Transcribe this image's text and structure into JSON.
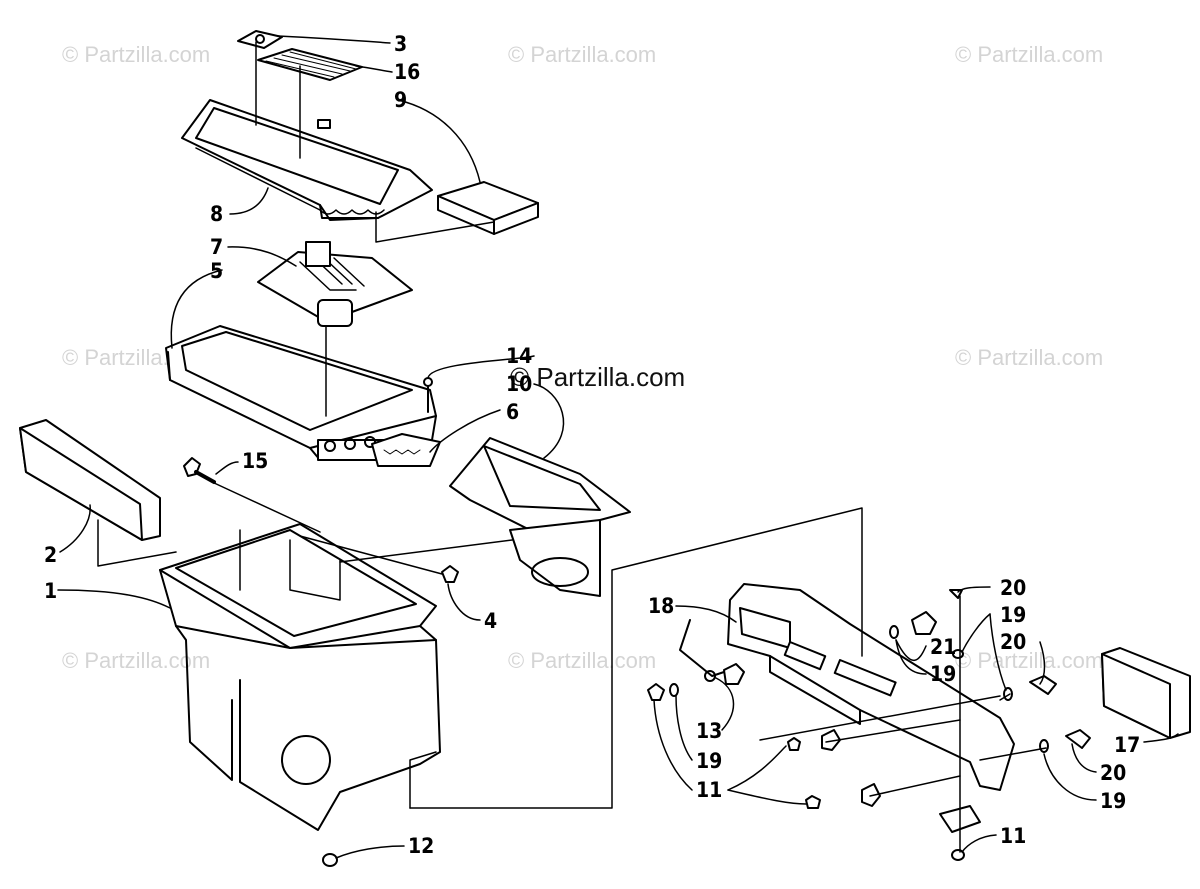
{
  "watermark": "© Partzilla.com",
  "brand": "© Partzilla.com",
  "callouts": [
    {
      "id": "c3",
      "label": "3"
    },
    {
      "id": "c16",
      "label": "16"
    },
    {
      "id": "c9",
      "label": "9"
    },
    {
      "id": "c8",
      "label": "8"
    },
    {
      "id": "c7",
      "label": "7"
    },
    {
      "id": "c5",
      "label": "5"
    },
    {
      "id": "c14",
      "label": "14"
    },
    {
      "id": "c10",
      "label": "10"
    },
    {
      "id": "c6",
      "label": "6"
    },
    {
      "id": "c15",
      "label": "15"
    },
    {
      "id": "c2",
      "label": "2"
    },
    {
      "id": "c1",
      "label": "1"
    },
    {
      "id": "c4",
      "label": "4"
    },
    {
      "id": "c12",
      "label": "12"
    },
    {
      "id": "c18",
      "label": "18"
    },
    {
      "id": "c20a",
      "label": "20"
    },
    {
      "id": "c19a",
      "label": "19"
    },
    {
      "id": "c21",
      "label": "21"
    },
    {
      "id": "c20b",
      "label": "20"
    },
    {
      "id": "c19b",
      "label": "19"
    },
    {
      "id": "c13",
      "label": "13"
    },
    {
      "id": "c19c",
      "label": "19"
    },
    {
      "id": "c17",
      "label": "17"
    },
    {
      "id": "c11a",
      "label": "11"
    },
    {
      "id": "c20c",
      "label": "20"
    },
    {
      "id": "c19d",
      "label": "19"
    },
    {
      "id": "c11b",
      "label": "11"
    }
  ]
}
